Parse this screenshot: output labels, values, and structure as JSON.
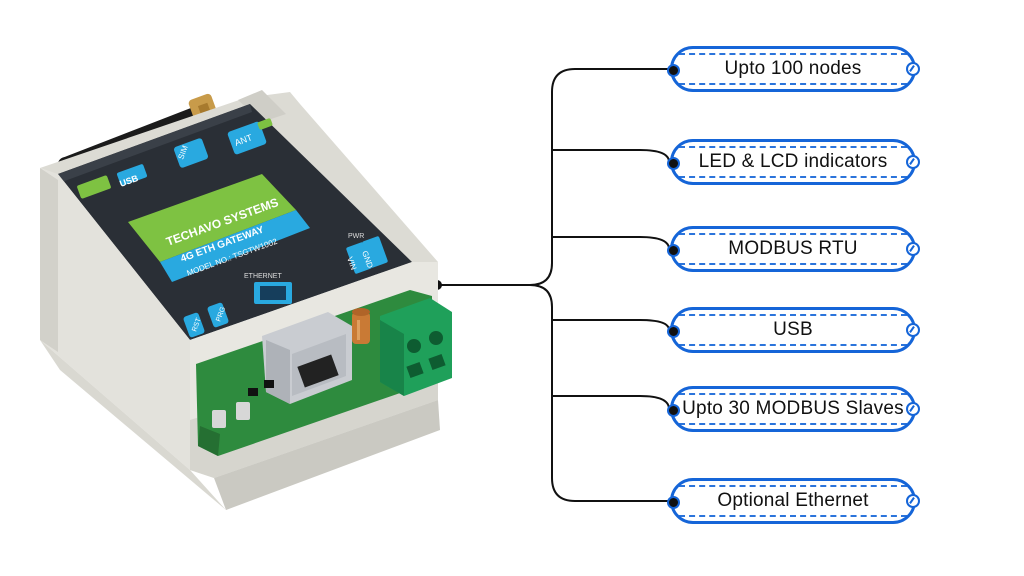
{
  "device": {
    "brand": "TECHAVO SYSTEMS",
    "product": "4G ETH GATEWAY",
    "model": "MODEL NO.: TSGTW1002",
    "ports": {
      "usb": "USB",
      "sim": "SIM",
      "ant": "ANT",
      "ethernet": "ETHERNET",
      "pwr": "PWR",
      "gnd": "GND",
      "vin": "VIN",
      "rst": "RST",
      "prg": "PRG"
    }
  },
  "features": [
    {
      "label": "Upto 100 nodes"
    },
    {
      "label": "LED & LCD indicators"
    },
    {
      "label": "MODBUS RTU"
    },
    {
      "label": "USB"
    },
    {
      "label": "Upto 30 MODBUS Slaves"
    },
    {
      "label": "Optional Ethernet"
    }
  ],
  "colors": {
    "accent": "#1565d8",
    "panel": "#2a2f36",
    "green": "#7ec242",
    "cyan": "#29a9e0",
    "housing": "#e3e2dc",
    "pcb": "#2e8b3e",
    "terminal": "#1fa05a"
  }
}
